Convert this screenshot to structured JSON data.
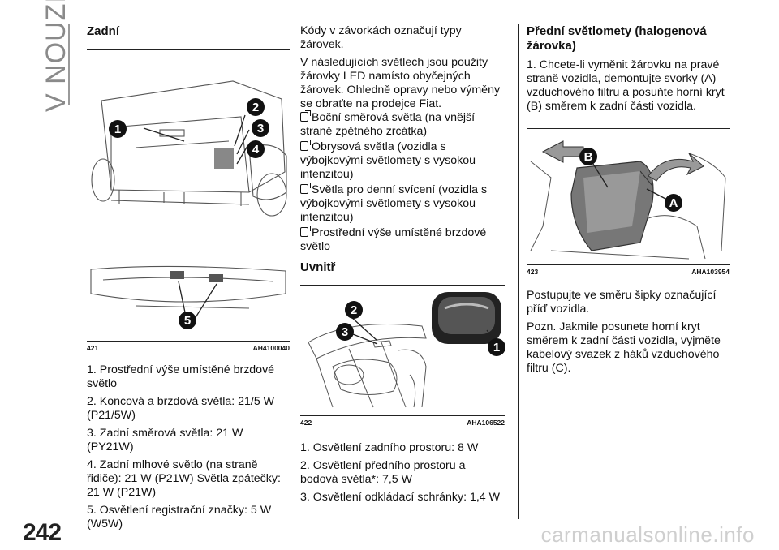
{
  "side_label": "V NOUZI",
  "page_number": "242",
  "watermark": "carmanualsonline.info",
  "col1": {
    "heading": "Zadní",
    "figure": {
      "number": "421",
      "code": "AH4100040",
      "callouts": [
        "1",
        "2",
        "3",
        "4",
        "5"
      ]
    },
    "items": [
      "1. Prostřední výše umístěné brzdové světlo",
      "2. Koncová a brzdová světla: 21/5 W (P21/5W)",
      "3. Zadní směrová světla: 21 W (PY21W)",
      "4. Zadní mlhové světlo (na straně řidiče): 21 W (P21W) Světla zpátečky: 21 W (P21W)",
      "5. Osvětlení registrační značky: 5 W (W5W)"
    ]
  },
  "col2": {
    "intro1": "Kódy v závorkách označují typy žárovek.",
    "intro2": "V následujících světlech jsou použity žárovky LED namísto obyčejných žárovek. Ohledně opravy nebo výměny se obraťte na prodejce Fiat.",
    "led_items": [
      "Boční směrová světla (na vnější straně zpětného zrcátka)",
      "Obrysová světla (vozidla s výbojkovými světlomety s vysokou intenzitou)",
      "Světla pro denní svícení (vozidla s výbojkovými světlomety s vysokou intenzitou)",
      "Prostřední výše umístěné brzdové světlo"
    ],
    "heading": "Uvnitř",
    "figure": {
      "number": "422",
      "code": "AHA106522",
      "callouts": [
        "1",
        "2",
        "3"
      ]
    },
    "items": [
      "1. Osvětlení zadního prostoru: 8 W",
      "2. Osvětlení předního prostoru a bodová světla*: 7,5 W",
      "3. Osvětlení odkládací schránky: 1,4 W"
    ]
  },
  "col3": {
    "heading": "Přední světlomety (halogenová žárovka)",
    "p1": "1. Chcete-li vyměnit žárovku na pravé straně vozidla, demontujte svorky (A) vzduchového filtru a posuňte horní kryt (B) směrem k zadní části vozidla.",
    "figure": {
      "number": "423",
      "code": "AHA103954",
      "callouts": [
        "B",
        "A"
      ]
    },
    "p2": "Postupujte ve směru šipky označující příď vozidla.",
    "p3": "Pozn.  Jakmile posunete horní kryt směrem k zadní části vozidla, vyjměte kabelový svazek z háků vzduchového filtru (C)."
  }
}
